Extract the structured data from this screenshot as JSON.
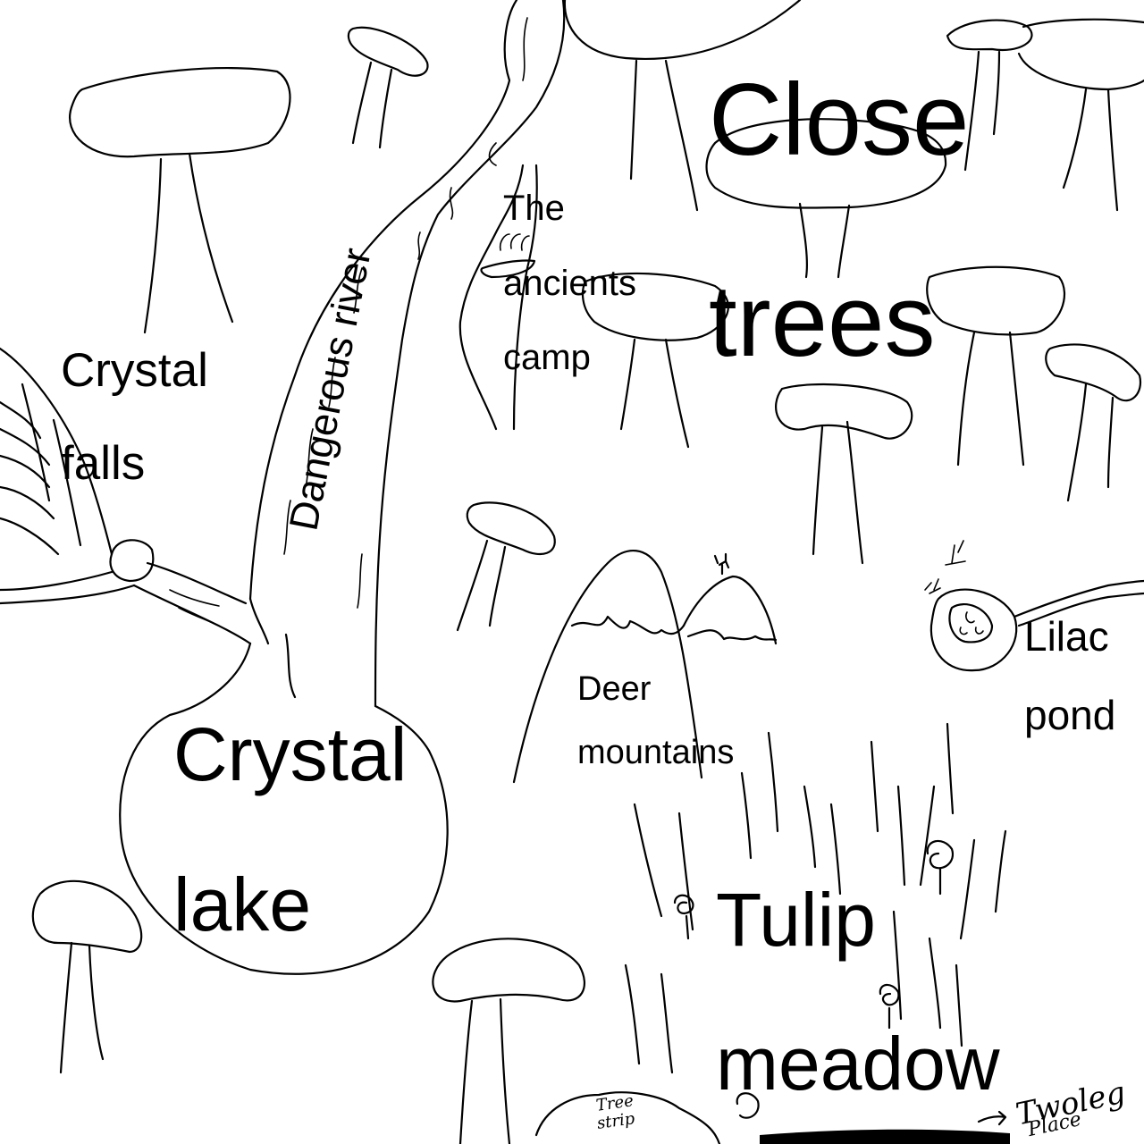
{
  "map": {
    "labels": {
      "close_trees_1": "Close",
      "close_trees_2": "trees",
      "ancients_camp_1": "The",
      "ancients_camp_2": "ancients",
      "ancients_camp_3": "camp",
      "dangerous_river": "Dangerous river",
      "crystal_falls_1": "Crystal",
      "crystal_falls_2": "falls",
      "crystal_lake_1": "Crystal",
      "crystal_lake_2": "lake",
      "deer_mountains_1": "Deer",
      "deer_mountains_2": "mountains",
      "lilac_pond_1": "Lilac",
      "lilac_pond_2": "pond",
      "tulip_meadow_1": "Tulip",
      "tulip_meadow_2": "meadow",
      "tree_strip_1": "Tree",
      "tree_strip_2": "strip",
      "twoleg_place_1": "Twoleg",
      "twoleg_place_2": "Place"
    },
    "colors": {
      "ink": "#000000",
      "paper": "#ffffff"
    }
  }
}
